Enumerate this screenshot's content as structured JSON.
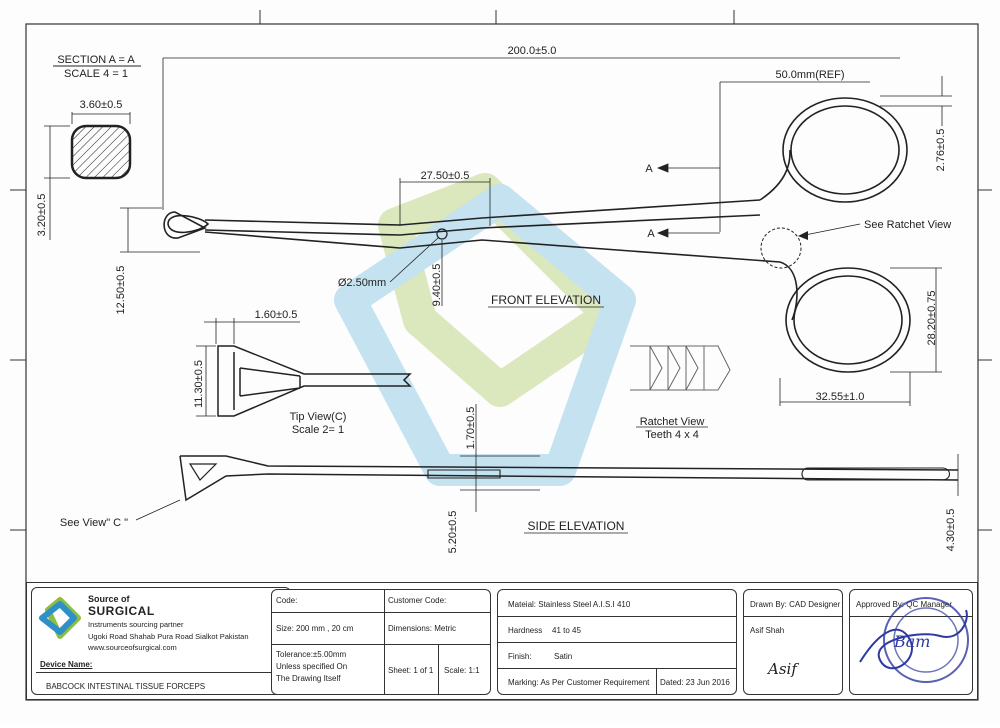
{
  "drawing": {
    "section_title": "SECTION A = A",
    "section_scale": "SCALE 4 = 1",
    "dim_overall": "200.0±5.0",
    "dim_ref": "50.0mm(REF)",
    "dim_section_w": "3.60±0.5",
    "dim_section_h": "3.20±0.5",
    "dim_jaw": "27.50±0.5",
    "dim_ring_offset": "2.76±0.5",
    "label_A1": "A",
    "label_A2": "A",
    "see_ratchet": "See Ratchet View",
    "dim_hole": "Ø2.50mm",
    "dim_tip_h": "12.50±0.5",
    "dim_pivot": "9.40±0.5",
    "front_elevation": "FRONT ELEVATION",
    "dim_ring_h": "28.20±0.75",
    "dim_ring_w": "32.55±1.0",
    "dim_tip_w": "1.60±0.5",
    "dim_tip_h2": "11.30±0.5",
    "tip_view": "Tip View(C)",
    "tip_scale": "Scale 2= 1",
    "ratchet_view": "Ratchet View",
    "ratchet_teeth": "Teeth 4 x 4",
    "dim_thick": "1.70±0.5",
    "see_view_c": "See View\" C \"",
    "dim_side_left": "5.20±0.5",
    "side_elevation": "SIDE ELEVATION",
    "dim_side_right": "4.30±0.5"
  },
  "title_block": {
    "brand_line1": "Source of",
    "brand_line2": "SURGICAL",
    "tagline": "Instruments sourcing partner",
    "address": "Ugoki Road Shahab Pura Road Sialkot Pakistan",
    "website": "www.sourceofsurgical.com",
    "device_name_label": "Device Name:",
    "device_name": "BABCOCK INTESTINAL TISSUE FORCEPS",
    "code_label": "Code:",
    "customer_code_label": "Customer Code:",
    "size": "Size:  200 mm , 20 cm",
    "dimensions": "Dimensions: Metric",
    "tolerance1": "Tolerance:±5.00mm",
    "tolerance2": "Unless specified On",
    "tolerance3": "The Drawing Itself",
    "sheet": "Sheet: 1 of 1",
    "scale": "Scale: 1:1",
    "material": "Mateial: Stainless Steel A.I.S.I 410",
    "hardness_label": "Hardness",
    "hardness_value": "41 to 45",
    "finish_label": "Finish:",
    "finish_value": "Satin",
    "marking": "Marking: As Per Customer Requirement",
    "dated": "Dated: 23 Jun 2016",
    "drawn_by": "Drawn By: CAD Designer",
    "drawn_name": "Asif Shah",
    "drawn_sign": "Asif",
    "approved_by": "Approved By: QC Manager",
    "approved_sign": "Bam"
  },
  "colors": {
    "line": "#222222",
    "watermark_green": "#c9dc9a",
    "watermark_blue": "#a8d4ec",
    "stamp_blue": "#2f3aa0",
    "logo_green": "#8cbf3f",
    "logo_blue": "#2f8fc8"
  }
}
